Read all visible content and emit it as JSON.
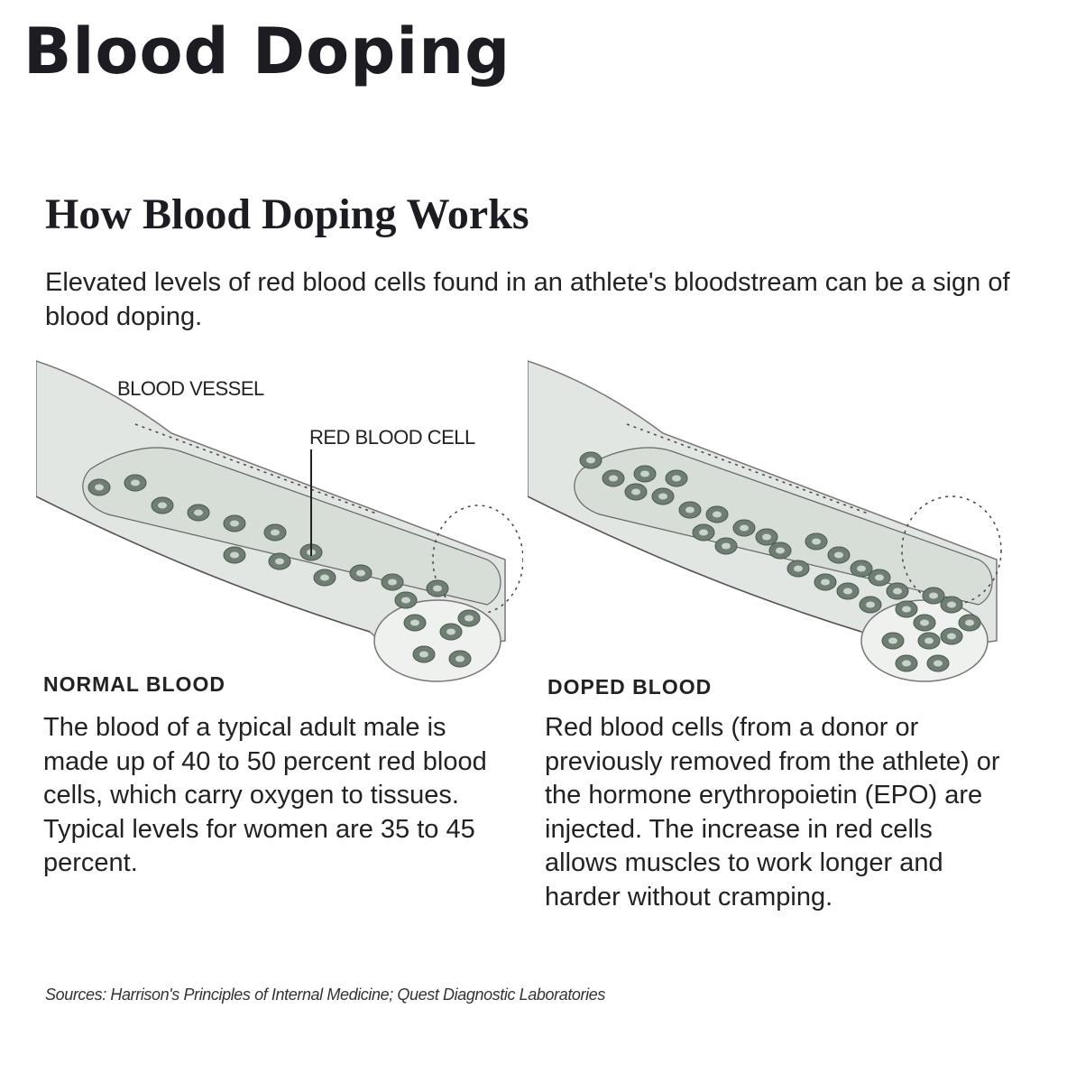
{
  "title": "Blood Doping",
  "subtitle": "How Blood Doping Works",
  "intro": "Elevated levels of red blood cells found in an athlete's bloodstream can be a sign of blood doping.",
  "labels": {
    "blood_vessel": "BLOOD VESSEL",
    "red_blood_cell": "RED BLOOD CELL"
  },
  "normal": {
    "heading": "NORMAL BLOOD",
    "text": "The blood of a typical adult male is made up of 40 to 50 percent red blood cells, which carry oxygen to tissues. Typical levels for women are 35 to 45 percent."
  },
  "doped": {
    "heading": "DOPED BLOOD",
    "text": "Red blood cells (from a donor or previously removed from the athlete) or the hormone erythropoietin (EPO) are injected. The increase in red cells allows muscles to work longer and harder without cramping."
  },
  "sources": "Sources: Harrison's Principles of Internal Medicine; Quest Diagnostic Laboratories",
  "colors": {
    "text": "#1c1c22",
    "vessel": "#e4e8e4",
    "cell_fill": "#6f7e72",
    "cell_center": "#c9d2cb"
  }
}
